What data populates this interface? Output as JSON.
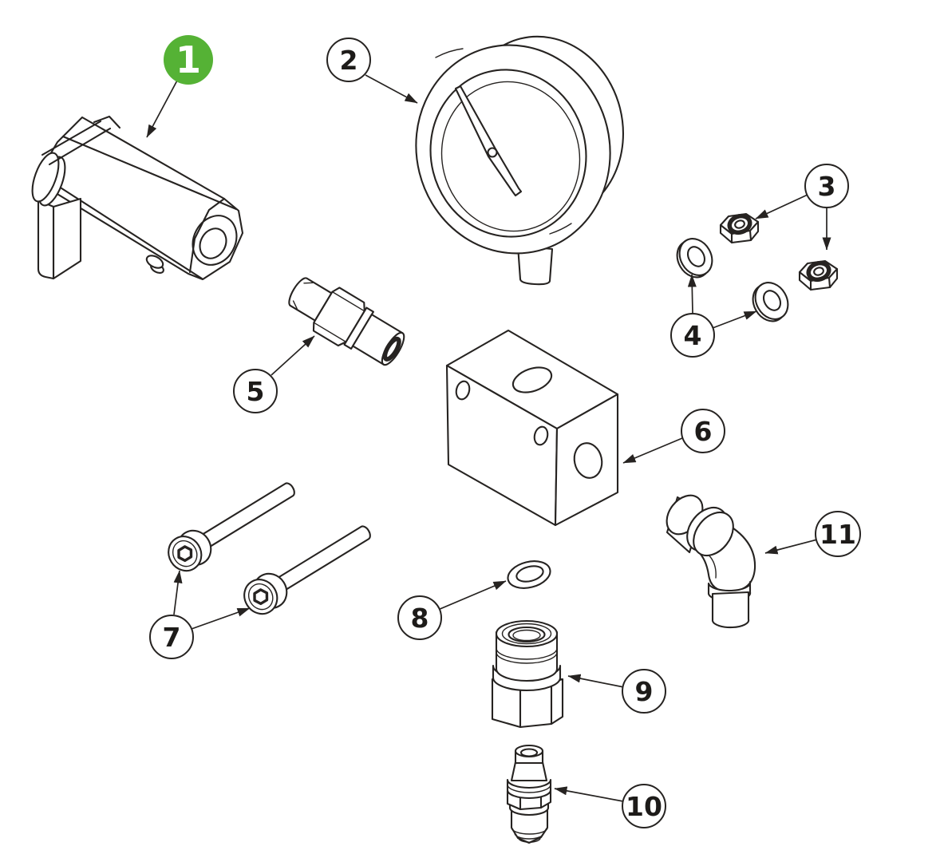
{
  "diagram": {
    "kind": "exploded-parts-diagram",
    "background_color": "#ffffff",
    "line_color": "#262321",
    "selected_callout_color": "#55b235",
    "callout_fill": "#ffffff",
    "callout_text_color": "#1d1b19",
    "selected_callout_text_color": "#ffffff"
  },
  "callouts": [
    {
      "number": "1",
      "part": "damper-cylinder-assembly",
      "selected": true,
      "fill": "#55b235",
      "text_color": "#ffffff"
    },
    {
      "number": "2",
      "part": "pressure-gauge",
      "selected": false,
      "fill": "#ffffff",
      "text_color": "#1d1b19"
    },
    {
      "number": "3",
      "part": "lock-nuts",
      "selected": false,
      "fill": "#ffffff",
      "text_color": "#1d1b19"
    },
    {
      "number": "4",
      "part": "flat-washers",
      "selected": false,
      "fill": "#ffffff",
      "text_color": "#1d1b19"
    },
    {
      "number": "5",
      "part": "union-fitting",
      "selected": false,
      "fill": "#ffffff",
      "text_color": "#1d1b19"
    },
    {
      "number": "6",
      "part": "manifold-block",
      "selected": false,
      "fill": "#ffffff",
      "text_color": "#1d1b19"
    },
    {
      "number": "7",
      "part": "socket-head-cap-screws",
      "selected": false,
      "fill": "#ffffff",
      "text_color": "#1d1b19"
    },
    {
      "number": "8",
      "part": "o-ring",
      "selected": false,
      "fill": "#ffffff",
      "text_color": "#1d1b19"
    },
    {
      "number": "9",
      "part": "coupler-fitting",
      "selected": false,
      "fill": "#ffffff",
      "text_color": "#1d1b19"
    },
    {
      "number": "10",
      "part": "valve-stem-fitting",
      "selected": false,
      "fill": "#ffffff",
      "text_color": "#1d1b19"
    },
    {
      "number": "11",
      "part": "elbow-fitting",
      "selected": false,
      "fill": "#ffffff",
      "text_color": "#1d1b19"
    }
  ]
}
